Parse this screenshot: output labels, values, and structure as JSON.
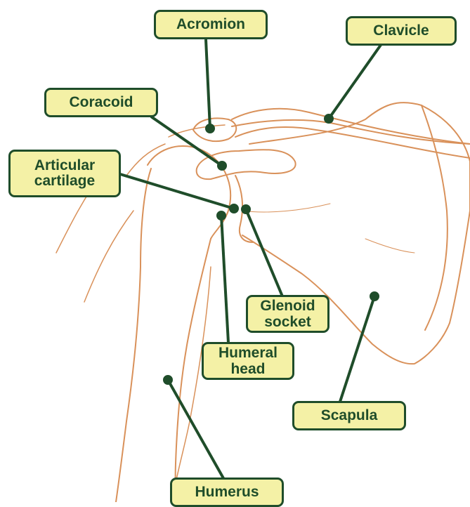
{
  "labels": {
    "acromion": "Acromion",
    "clavicle": "Clavicle",
    "coracoid": "Coracoid",
    "articular_cartilage": "Articular\ncartilage",
    "glenoid_socket": "Glenoid\nsocket",
    "humeral_head": "Humeral\nhead",
    "scapula": "Scapula",
    "humerus": "Humerus"
  },
  "colors": {
    "bone_outline": "#d9915a",
    "leader_line": "#1f4d2a",
    "label_fill": "#f4f1a6",
    "label_border": "#1f4d2a"
  }
}
